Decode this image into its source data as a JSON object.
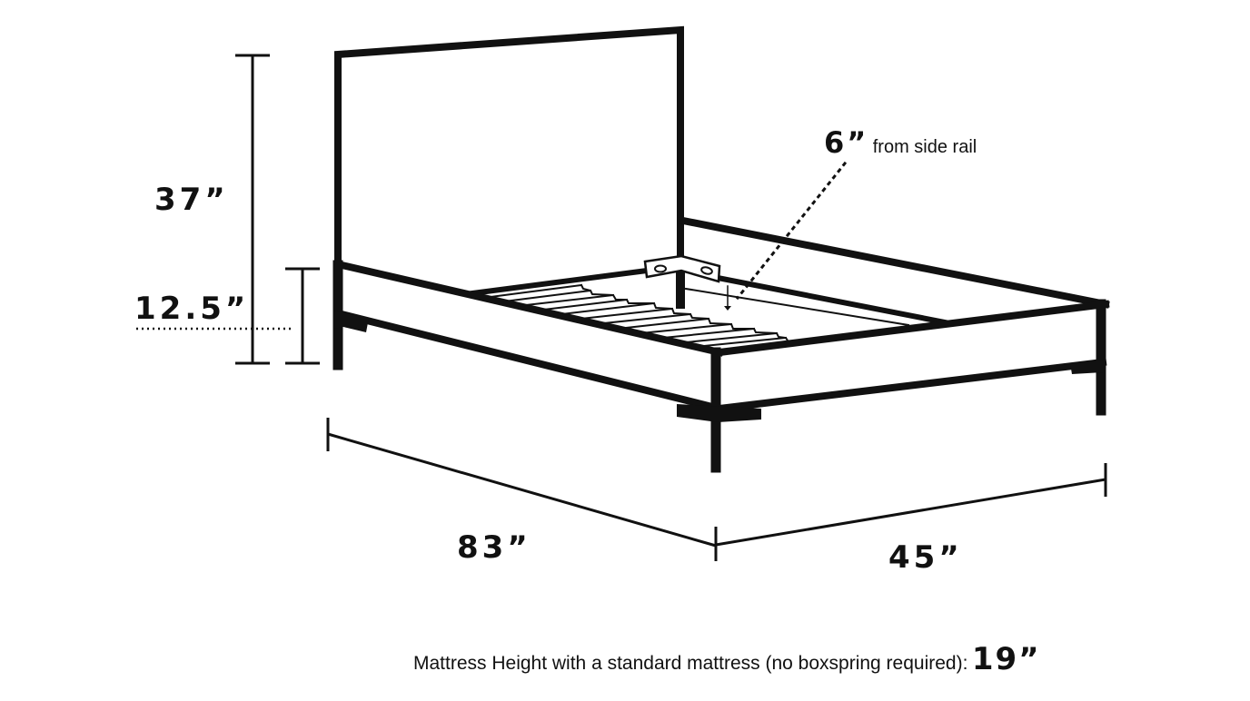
{
  "dimensions": {
    "headboard_height": "37”",
    "rail_height": "12.5”",
    "length": "83”",
    "width": "45”",
    "bracket_offset_value": "6”",
    "bracket_offset_label": "from side rail"
  },
  "footer": {
    "mattress_label": "Mattress Height with a standard mattress (no boxspring required):",
    "mattress_height": "19”"
  },
  "colors": {
    "line": "#111111",
    "background": "#ffffff"
  }
}
